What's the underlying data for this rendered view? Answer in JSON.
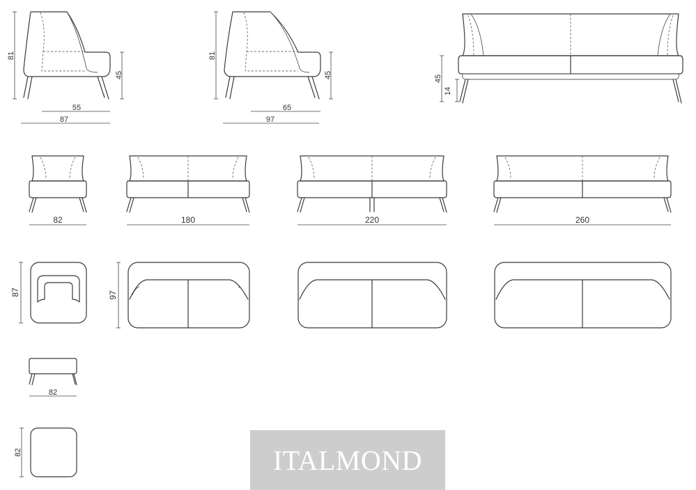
{
  "brand": {
    "logo_text": "ITALMOND",
    "logo_bg": "#cdcdcd",
    "logo_fg": "#ffffff"
  },
  "colors": {
    "line": "#3a3a3a",
    "background": "#ffffff"
  },
  "views": {
    "side_armchair": {
      "height": "81",
      "seat_height": "45",
      "seat_depth": "55",
      "depth": "87"
    },
    "side_sofa": {
      "height": "81",
      "seat_height": "45",
      "seat_depth": "65",
      "depth": "97"
    },
    "back_sofa": {
      "seat_height": "45",
      "leg_height": "14"
    },
    "front": {
      "armchair_width": "82",
      "sofa2_width": "180",
      "sofa3_width": "220",
      "sofa4_width": "260"
    },
    "top": {
      "armchair_depth": "87",
      "sofa_depth": "97"
    },
    "pouf": {
      "width": "82",
      "depth": "82"
    }
  }
}
